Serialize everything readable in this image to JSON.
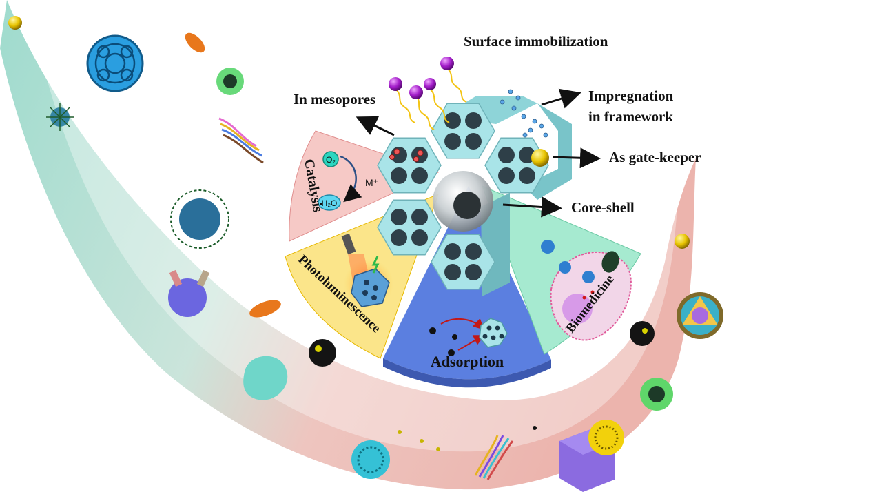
{
  "labels": {
    "surface_immobilization": "Surface immobilization",
    "in_mesopores": "In mesopores",
    "impregnation": "Impregnation\nin framework",
    "gate_keeper": "As gate-keeper",
    "core_shell": "Core-shell"
  },
  "sectors": {
    "catalysis": "Catalysis",
    "photoluminescence": "Photoluminescence",
    "adsorption": "Adsorption",
    "biomedicine": "Biomedicine"
  },
  "catalysis_scheme": {
    "reactant": "O₂",
    "catalyst": "M⁺",
    "product": "H₂O"
  },
  "colors": {
    "teal_wave": "#8fd3c4",
    "pink_wave": "#e8a39c",
    "hexagon": "#a9e4e8",
    "pore": "#2e3f48",
    "catalysis_bg": "#f6c9c6",
    "photolum_bg": "#fbe58a",
    "adsorption_bg": "#5b7fe0",
    "biomed_bg": "#a6ead0",
    "purple_ball": "#a21cc9"
  }
}
